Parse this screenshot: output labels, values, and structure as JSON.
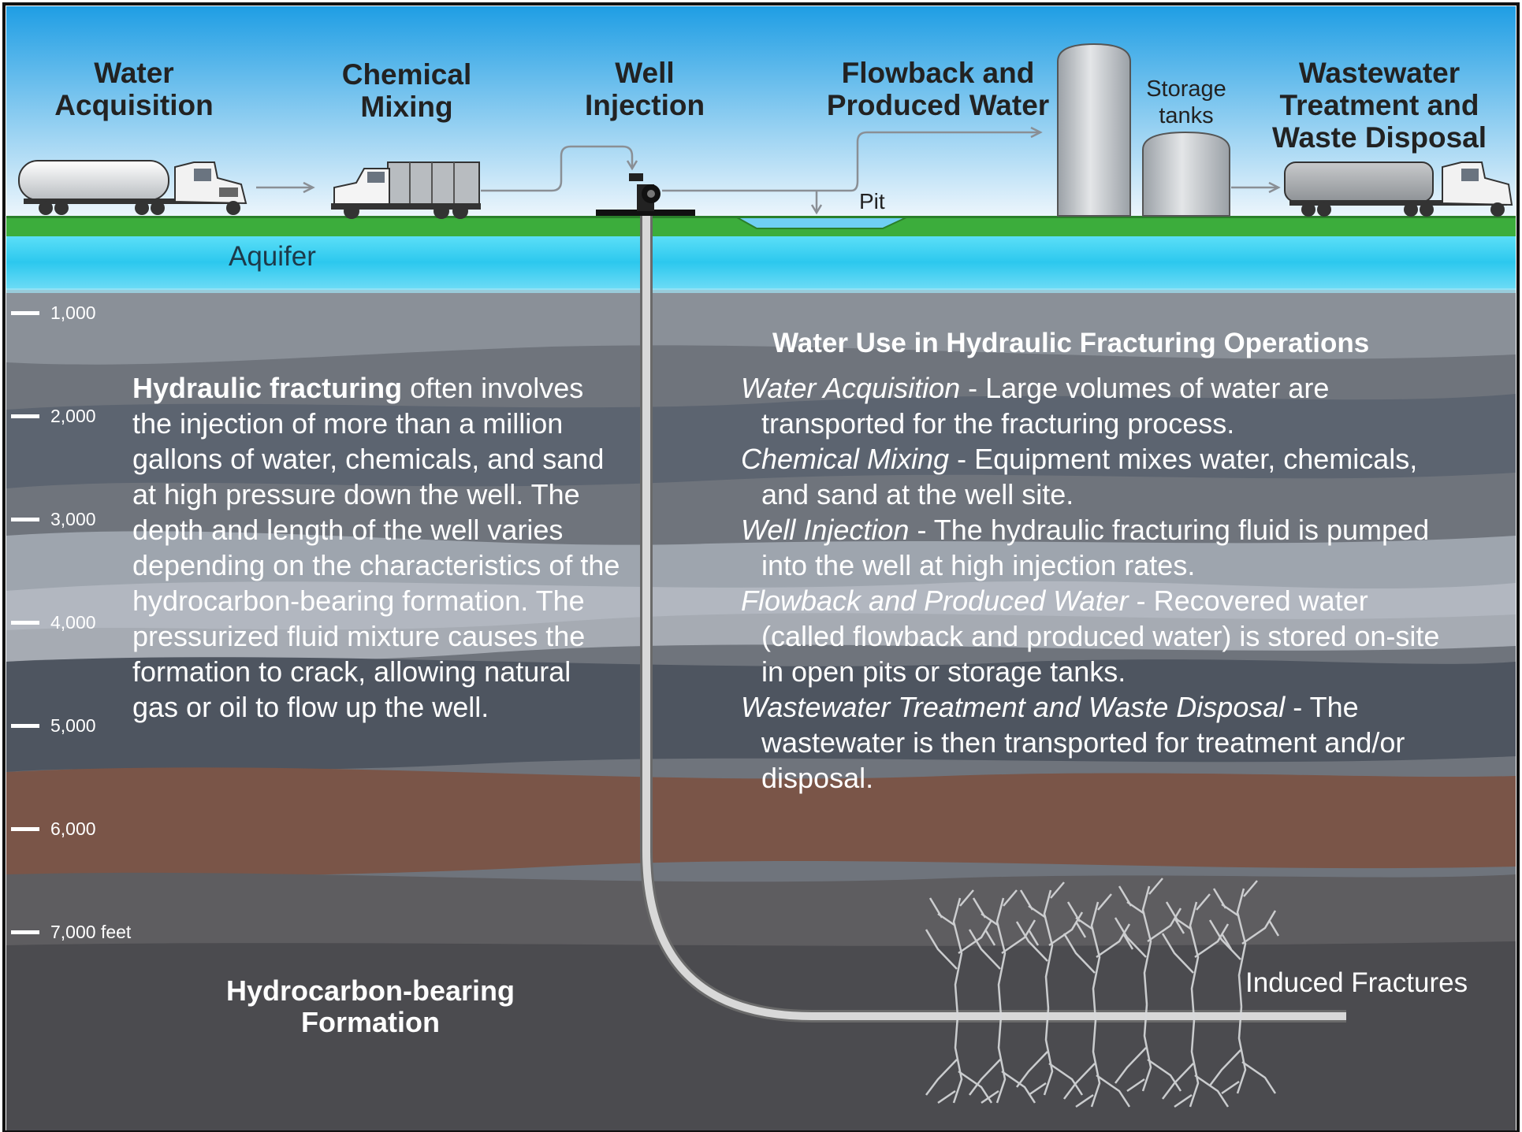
{
  "stages": {
    "water_acquisition": "Water\nAcquisition",
    "chemical_mixing": "Chemical\nMixing",
    "well_injection": "Well\nInjection",
    "flowback": "Flowback and\nProduced Water",
    "storage_tanks": "Storage\ntanks",
    "wastewater": "Wastewater\nTreatment and\nWaste Disposal"
  },
  "labels": {
    "pit": "Pit",
    "aquifer": "Aquifer",
    "induced_fractures": "Induced Fractures",
    "formation": "Hydrocarbon-bearing\nFormation"
  },
  "depth_scale": [
    "1,000",
    "2,000",
    "3,000",
    "4,000",
    "5,000",
    "6,000",
    "7,000 feet"
  ],
  "description": {
    "bold_lead": "Hydraulic fracturing",
    "text": " often involves the injection of more than a million gallons of water, chemicals, and sand at high pressure down the well. The depth and length of the well varies depending on the characteristics of the hydrocarbon-bearing formation. The pressurized fluid mixture causes the formation to crack, allowing natural gas or oil to flow up the well."
  },
  "operations": {
    "title": "Water Use in Hydraulic Fracturing Operations",
    "items": [
      {
        "term": "Water Acquisition",
        "text": " - Large volumes of water are transported for the fracturing process."
      },
      {
        "term": "Chemical Mixing",
        "text": " - Equipment mixes water, chemicals, and sand at the well site."
      },
      {
        "term": "Well Injection",
        "text": " - The hydraulic fracturing fluid is pumped into the well at high injection rates."
      },
      {
        "term": "Flowback and Produced Water",
        "text": " - Recovered water (called flowback and produced water) is stored on-site in open pits or storage tanks."
      },
      {
        "term": "Wastewater Treatment and Waste Disposal",
        "text": " - The wastewater is then transported for treatment and/or disposal."
      }
    ]
  },
  "colors": {
    "sky_top": "#1f9ee4",
    "sky_bottom": "#e8f3fb",
    "grass": "#3cad3c",
    "aquifer": "#34d0f0",
    "rock_gray": "#6b7280",
    "rock_brown": "#7a5548",
    "pipe": "#c8c8c8"
  }
}
